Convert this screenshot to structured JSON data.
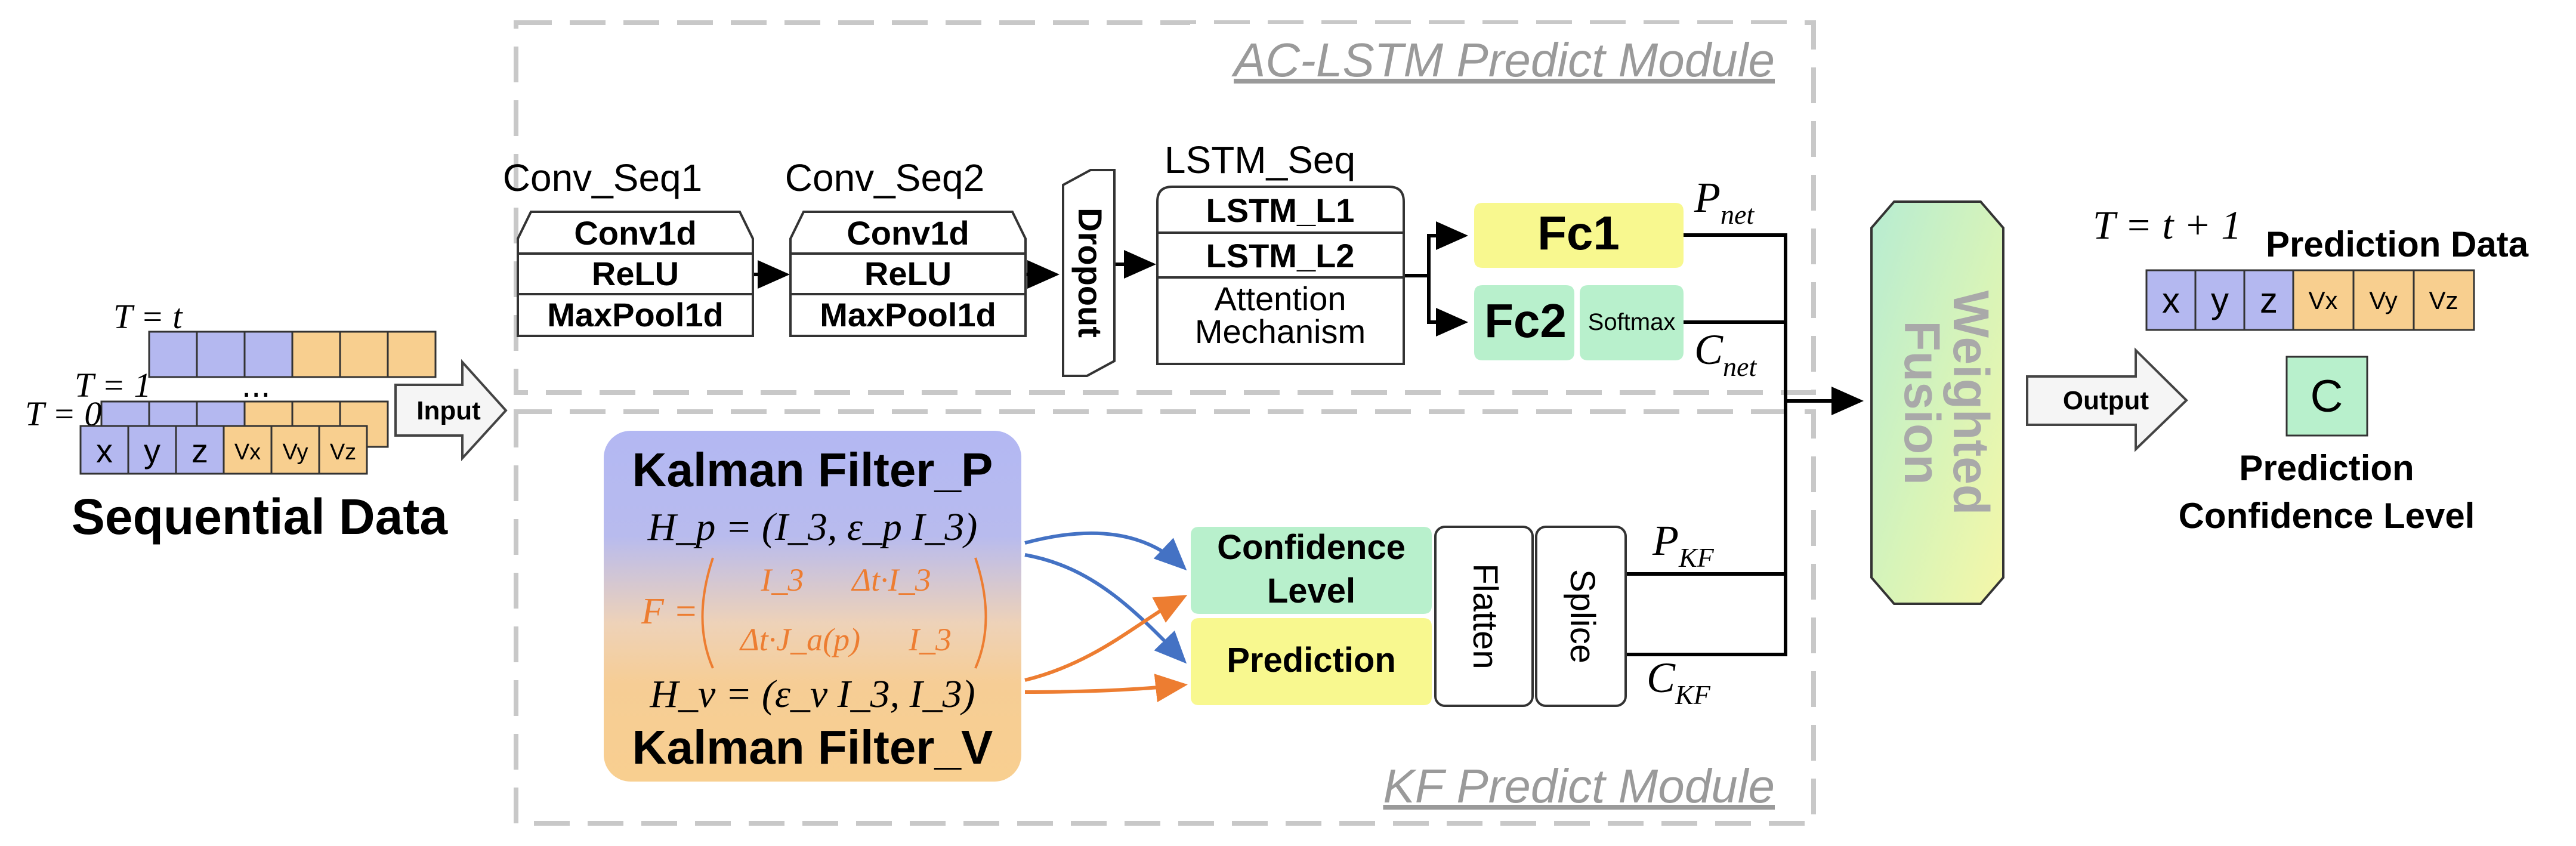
{
  "modules": {
    "ac_lstm_title": "AC-LSTM Predict Module",
    "kf_title": "KF Predict Module"
  },
  "input": {
    "time_t_label": "T = t",
    "time_1_label": "T = 1",
    "time_0_label": "T = 0",
    "ellipsis": "...",
    "cells": [
      "x",
      "y",
      "z",
      "Vx",
      "Vy",
      "Vz"
    ],
    "caption": "Sequential Data",
    "arrow_label": "Input"
  },
  "network": {
    "conv_seq1": {
      "title": "Conv_Seq1",
      "layers": [
        "Conv1d",
        "ReLU",
        "MaxPool1d"
      ]
    },
    "conv_seq2": {
      "title": "Conv_Seq2",
      "layers": [
        "Conv1d",
        "ReLU",
        "MaxPool1d"
      ]
    },
    "dropout": "Dropout",
    "lstm_seq": {
      "title": "LSTM_Seq",
      "layers": [
        "LSTM_L1",
        "LSTM_L2"
      ],
      "attention_line1": "Attention",
      "attention_line2": "Mechanism"
    },
    "fc1": "Fc1",
    "fc2": "Fc2",
    "softmax": "Softmax",
    "p_net": {
      "base": "P",
      "sub": "net"
    },
    "c_net": {
      "base": "C",
      "sub": "net"
    }
  },
  "kalman": {
    "title_p": "Kalman Filter_P",
    "title_v": "Kalman Filter_V",
    "hp_eq": "H_p = (I_3, ε_p I_3)",
    "f_eq_row1": "I_3      Δt·I_3",
    "f_eq_row2": "Δt·J_a(p)      I_3",
    "hv_eq": "H_v = (ε_v I_3, I_3)",
    "confidence_line1": "Confidence",
    "confidence_line2": "Level",
    "prediction": "Prediction",
    "flatten": "Flatten",
    "splice": "Splice",
    "p_kf": {
      "base": "P",
      "sub": "KF"
    },
    "c_kf": {
      "base": "C",
      "sub": "KF"
    }
  },
  "fusion": {
    "label_line1": "Weighted",
    "label_line2": "Fusion"
  },
  "output": {
    "arrow_label": "Output",
    "time_label": "T = t + 1",
    "data_title": "Prediction Data",
    "cells": [
      "x",
      "y",
      "z",
      "Vx",
      "Vy",
      "Vz"
    ],
    "confidence_cell": "C",
    "confidence_line1": "Prediction",
    "confidence_line2": "Confidence Level"
  },
  "colors": {
    "blue_cell": "#b4b8f0",
    "orange_cell": "#f8cf8f",
    "fc_yellow": "#f8f88f",
    "fc_green": "#b8f0cc",
    "arrow_blue": "#4472c4",
    "arrow_orange": "#ed7d31",
    "dashed_gray": "#c8c8c8"
  }
}
